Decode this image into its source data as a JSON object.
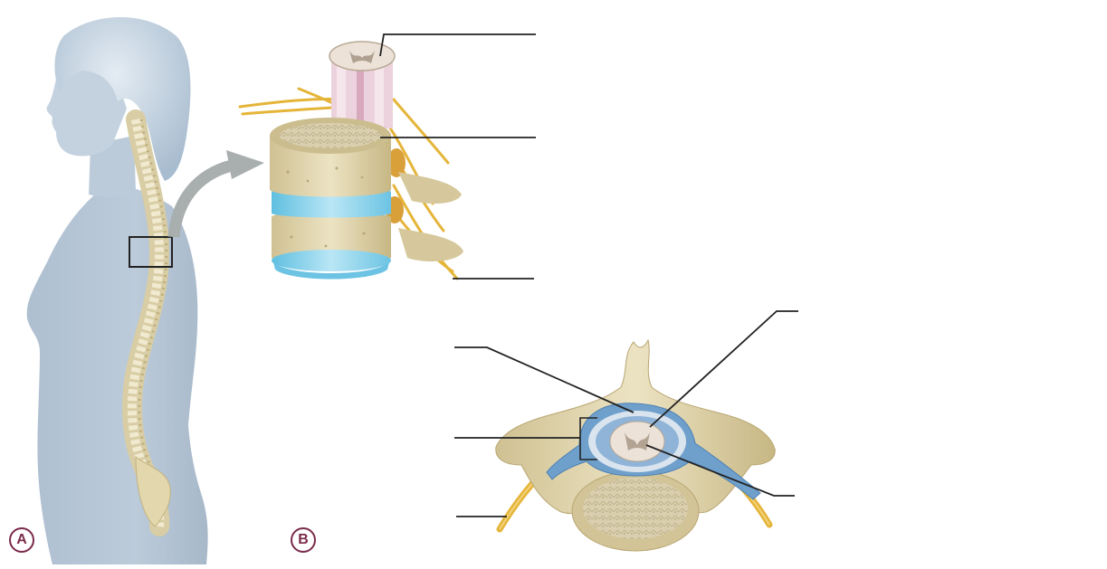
{
  "figure": {
    "panels": [
      {
        "id": "A",
        "label": "A"
      },
      {
        "id": "B",
        "label": "B"
      }
    ],
    "colors": {
      "silhouette": "#b4c4d4",
      "hair": "#c9d6e2",
      "bone": "#e6dcb8",
      "bone_shade": "#c8b98a",
      "disc": "#86cde8",
      "nerve": "#e5b53a",
      "meninges": "#6fa0cc",
      "cord": "#ece2d8",
      "rootlet_pink": "#e8c6d2",
      "leader_line": "#222222",
      "panel_letter": "#7a2a4a",
      "arrow": "#a9aeaf"
    },
    "leader_labels": []
  }
}
